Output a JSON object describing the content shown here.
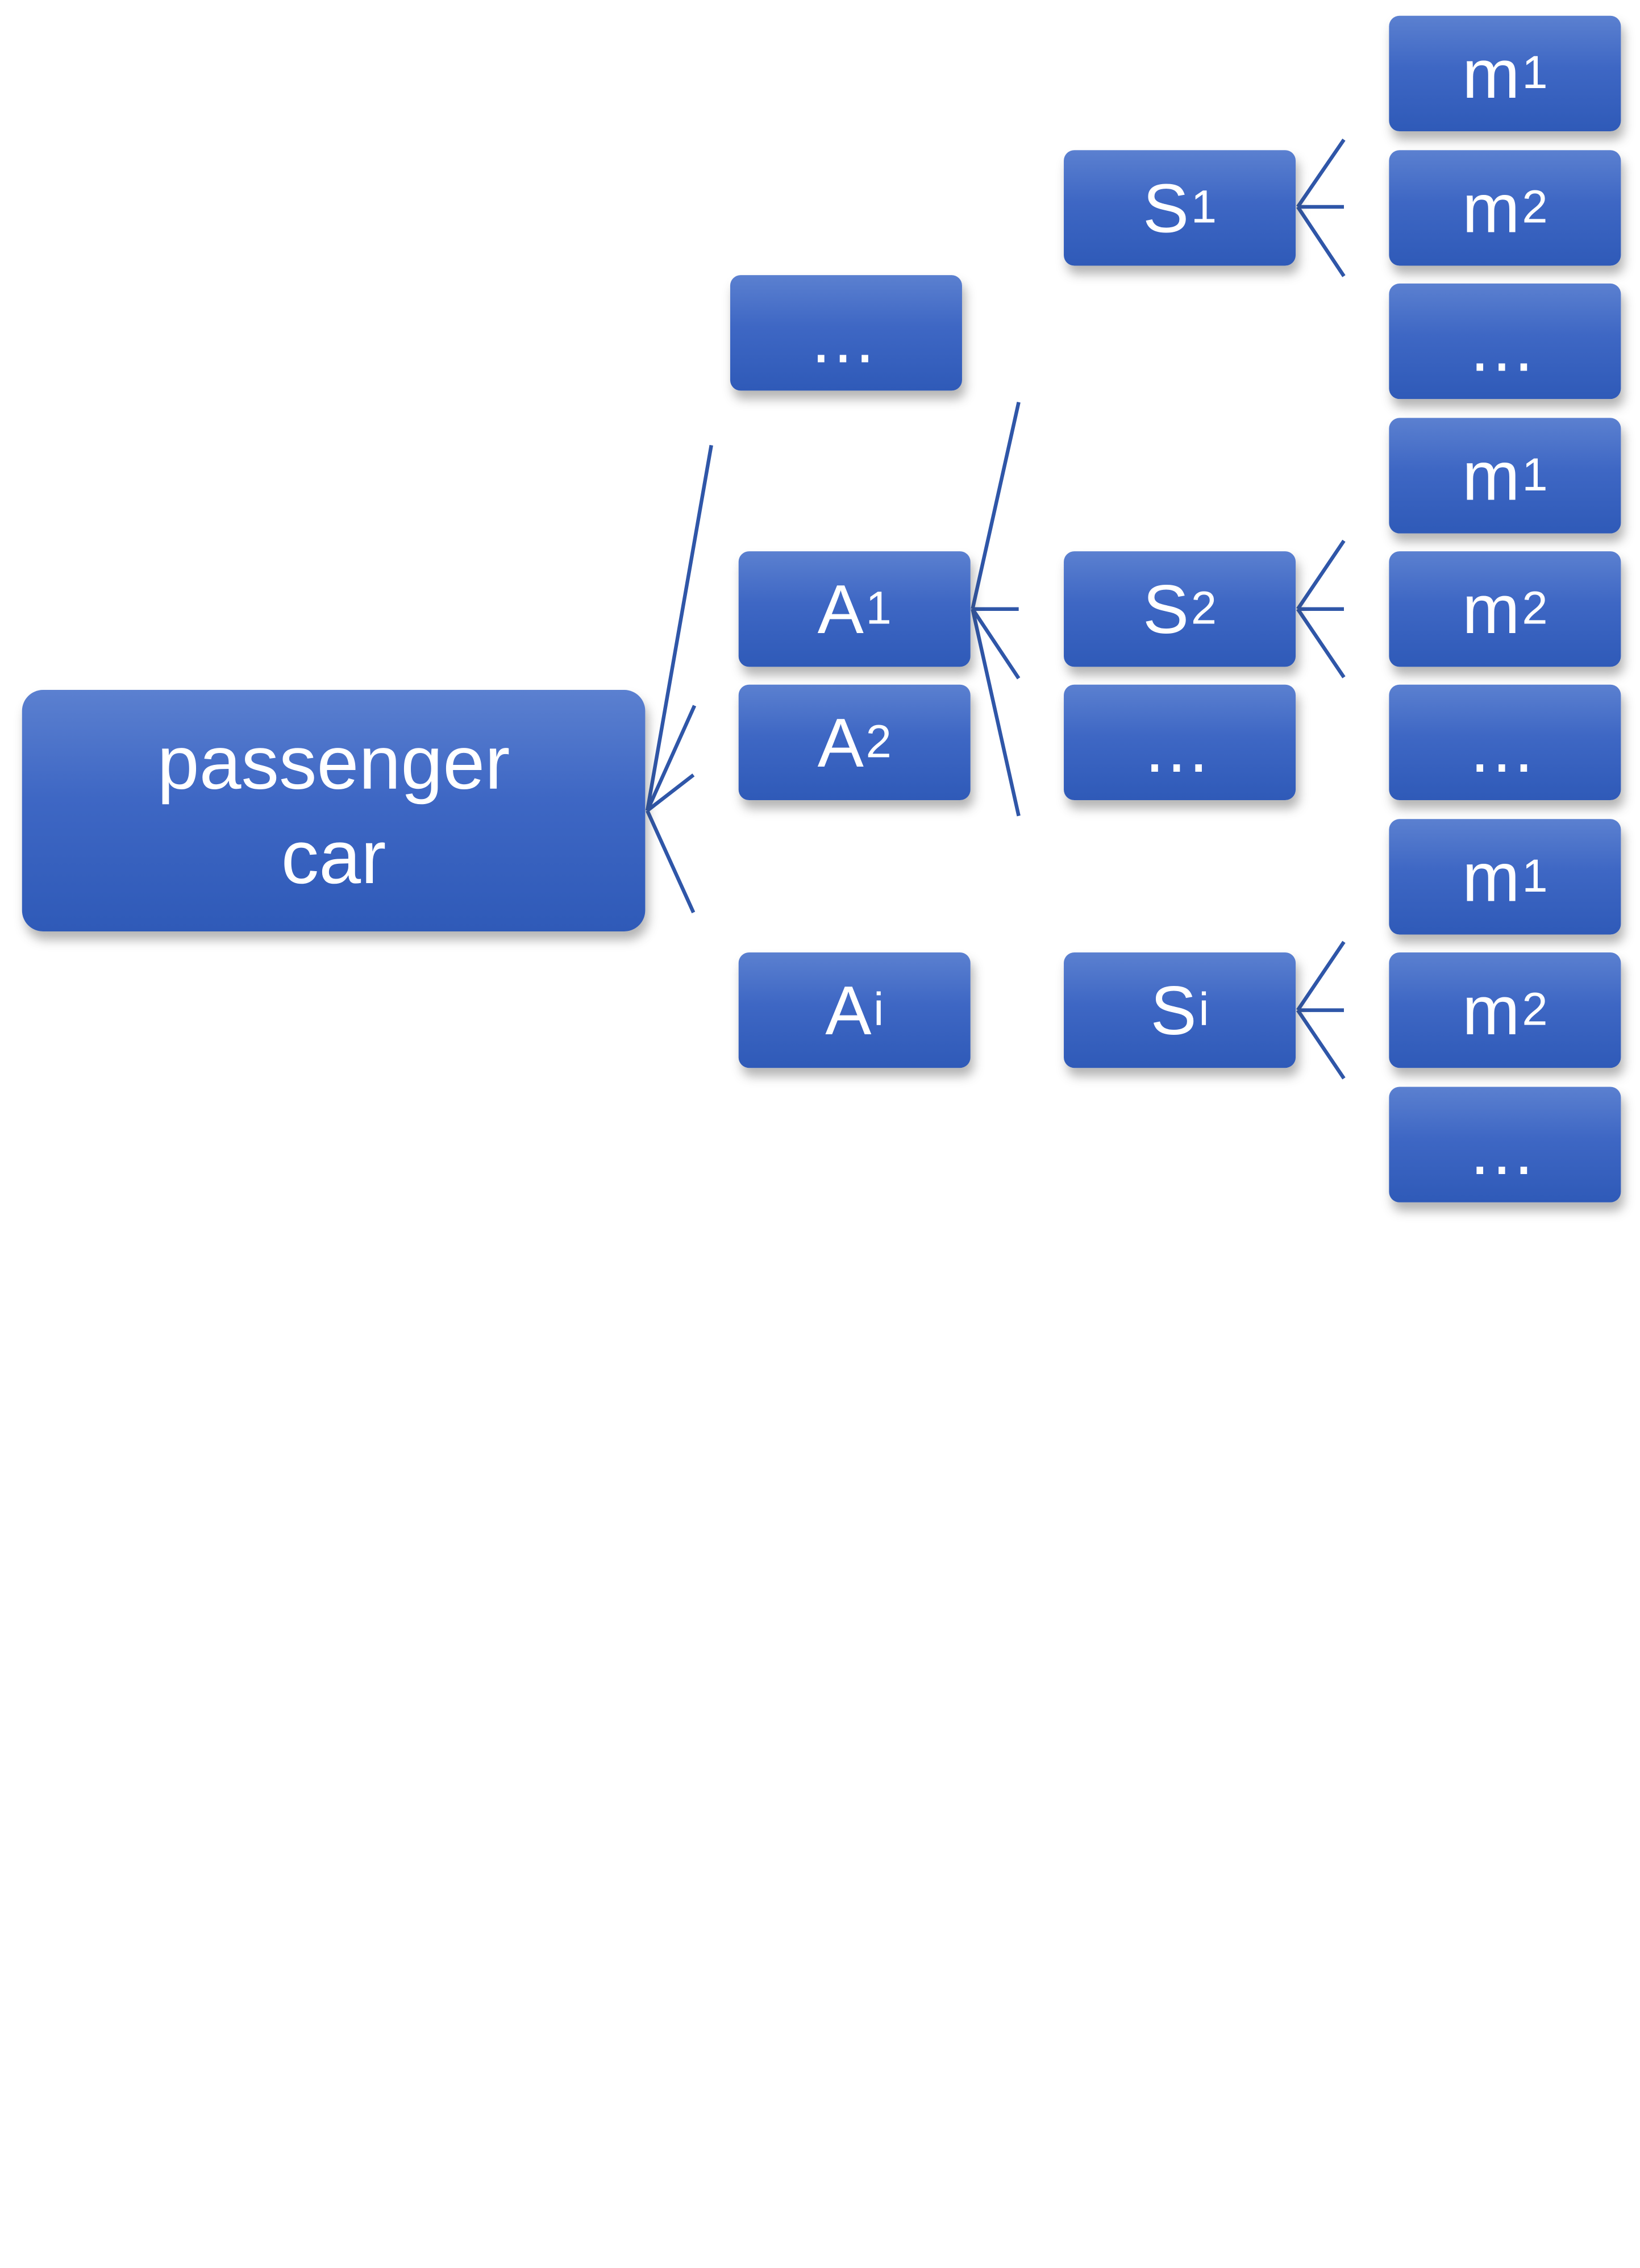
{
  "root": {
    "line1": "passenger",
    "line2": "car"
  },
  "assemblies": [
    {
      "id": "a-ellipsis",
      "label": "…",
      "sub": ""
    },
    {
      "id": "a1",
      "label": "A",
      "sub": "1"
    },
    {
      "id": "a2",
      "label": "A",
      "sub": "2"
    },
    {
      "id": "ai",
      "label": "A",
      "sub": "i"
    }
  ],
  "subassemblies": [
    {
      "id": "s1",
      "label": "S",
      "sub": "1"
    },
    {
      "id": "s2",
      "label": "S",
      "sub": "2"
    },
    {
      "id": "s-ellipsis",
      "label": "…",
      "sub": ""
    },
    {
      "id": "si",
      "label": "S",
      "sub": "i"
    }
  ],
  "modules": [
    {
      "id": "g1-m1",
      "label": "m",
      "sub": "1"
    },
    {
      "id": "g1-m2",
      "label": "m",
      "sub": "2"
    },
    {
      "id": "g1-ellipsis",
      "label": "…",
      "sub": ""
    },
    {
      "id": "g2-m1",
      "label": "m",
      "sub": "1"
    },
    {
      "id": "g2-m2",
      "label": "m",
      "sub": "2"
    },
    {
      "id": "g2-ellipsis",
      "label": "…",
      "sub": ""
    },
    {
      "id": "g3-m1",
      "label": "m",
      "sub": "1"
    },
    {
      "id": "g3-m2",
      "label": "m",
      "sub": "2"
    },
    {
      "id": "g3-ellipsis",
      "label": "…",
      "sub": ""
    }
  ],
  "colors": {
    "box_top": "#5b80d0",
    "box_bottom": "#2f5ab8",
    "connector": "#2f56a8",
    "text": "#ffffff"
  }
}
